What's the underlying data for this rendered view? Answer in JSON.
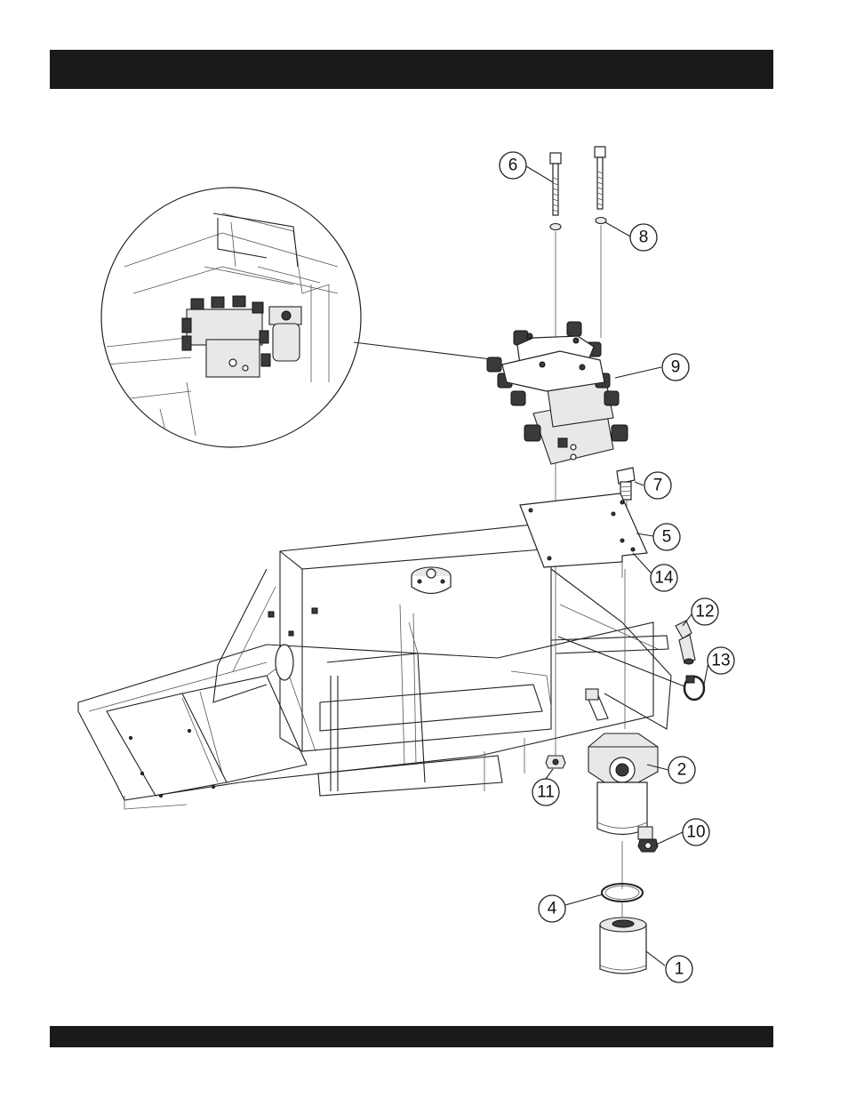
{
  "header": {
    "title": ""
  },
  "footer": {
    "text": ""
  },
  "callouts": [
    {
      "id": "c6",
      "label": "6"
    },
    {
      "id": "c8",
      "label": "8"
    },
    {
      "id": "c9",
      "label": "9"
    },
    {
      "id": "c7",
      "label": "7"
    },
    {
      "id": "c5",
      "label": "5"
    },
    {
      "id": "c14",
      "label": "14"
    },
    {
      "id": "c12",
      "label": "12"
    },
    {
      "id": "c13",
      "label": "13"
    },
    {
      "id": "c2",
      "label": "2"
    },
    {
      "id": "c11",
      "label": "11"
    },
    {
      "id": "c10",
      "label": "10"
    },
    {
      "id": "c4",
      "label": "4"
    },
    {
      "id": "c1",
      "label": "1"
    }
  ]
}
